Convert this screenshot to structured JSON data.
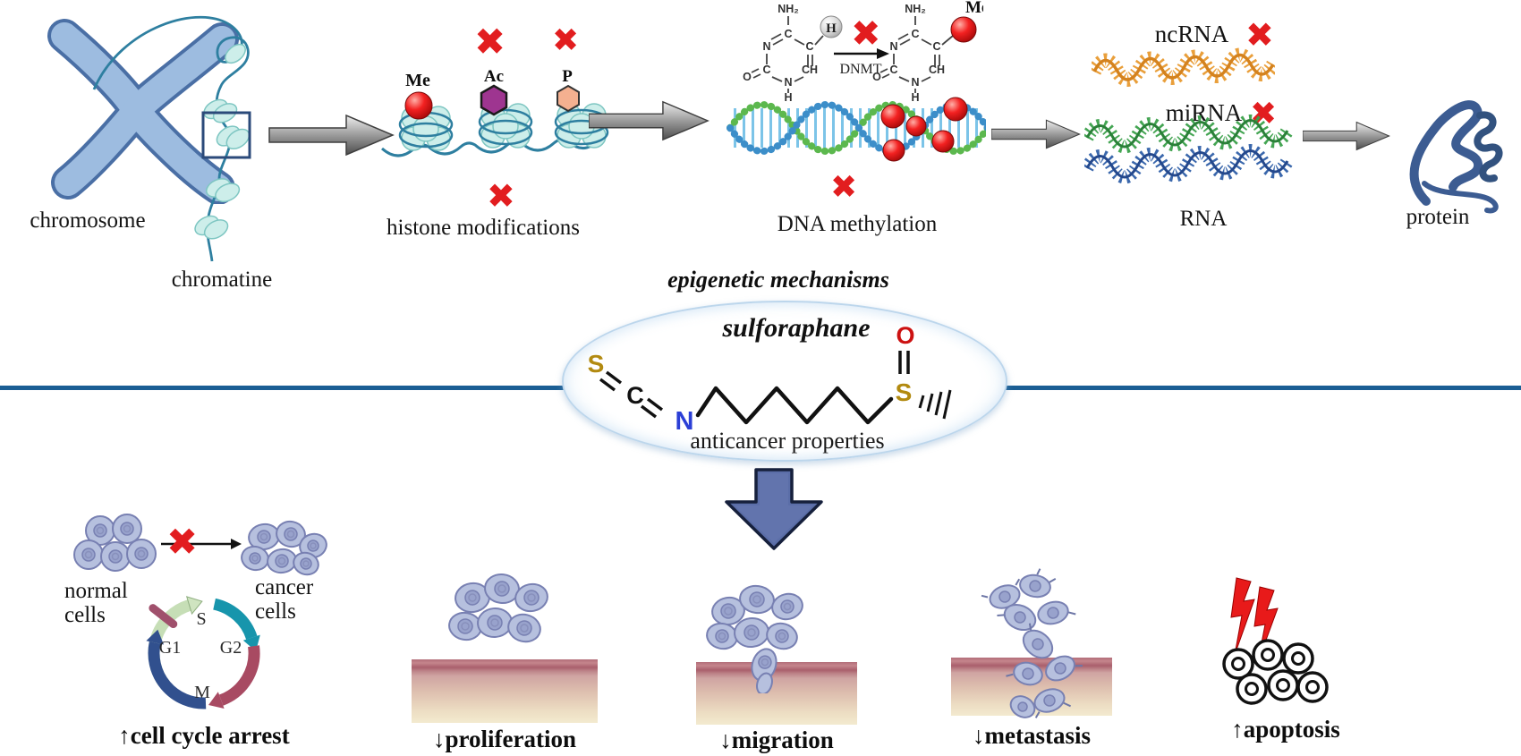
{
  "x_mark": "✖",
  "top": {
    "chromosome_label": "chromosome",
    "chromatine_label": "chromatine",
    "histones": {
      "label": "histone modifications",
      "me": "Me",
      "ac": "Ac",
      "p": "P"
    },
    "methylation": {
      "label": "DNA methylation",
      "enzyme": "DNMT",
      "ring": {
        "nh2": "NH₂",
        "c_top": "C",
        "n_upper": "N",
        "c_carbonyl": "C",
        "o": "O",
        "n_lower": "N",
        "h_bottom": "H",
        "ch": "CH",
        "c_right": "C"
      },
      "h_substituent": "H",
      "me_substituent": "Me"
    },
    "rna": {
      "ncrna_label": "ncRNA",
      "mirna_label": "miRNA",
      "label": "RNA"
    },
    "protein_label": "protein"
  },
  "center": {
    "mechanisms_label": "epigenetic mechanisms",
    "compound_name": "sulforaphane",
    "properties_label": "anticancer properties",
    "atoms": {
      "s_left": "S",
      "c": "C",
      "n": "N",
      "o": "O",
      "s_right": "S"
    }
  },
  "bottom": {
    "cell_cycle": {
      "normal_l1": "normal",
      "normal_l2": "cells",
      "cancer_l1": "cancer",
      "cancer_l2": "cells",
      "g1": "G1",
      "s": "S",
      "g2": "G2",
      "m": "M",
      "label": "↑cell cycle arrest"
    },
    "proliferation_label": "↓proliferation",
    "migration_label": "↓migration",
    "metastasis_label": "↓metastasis",
    "apoptosis_label": "↑apoptosis"
  }
}
